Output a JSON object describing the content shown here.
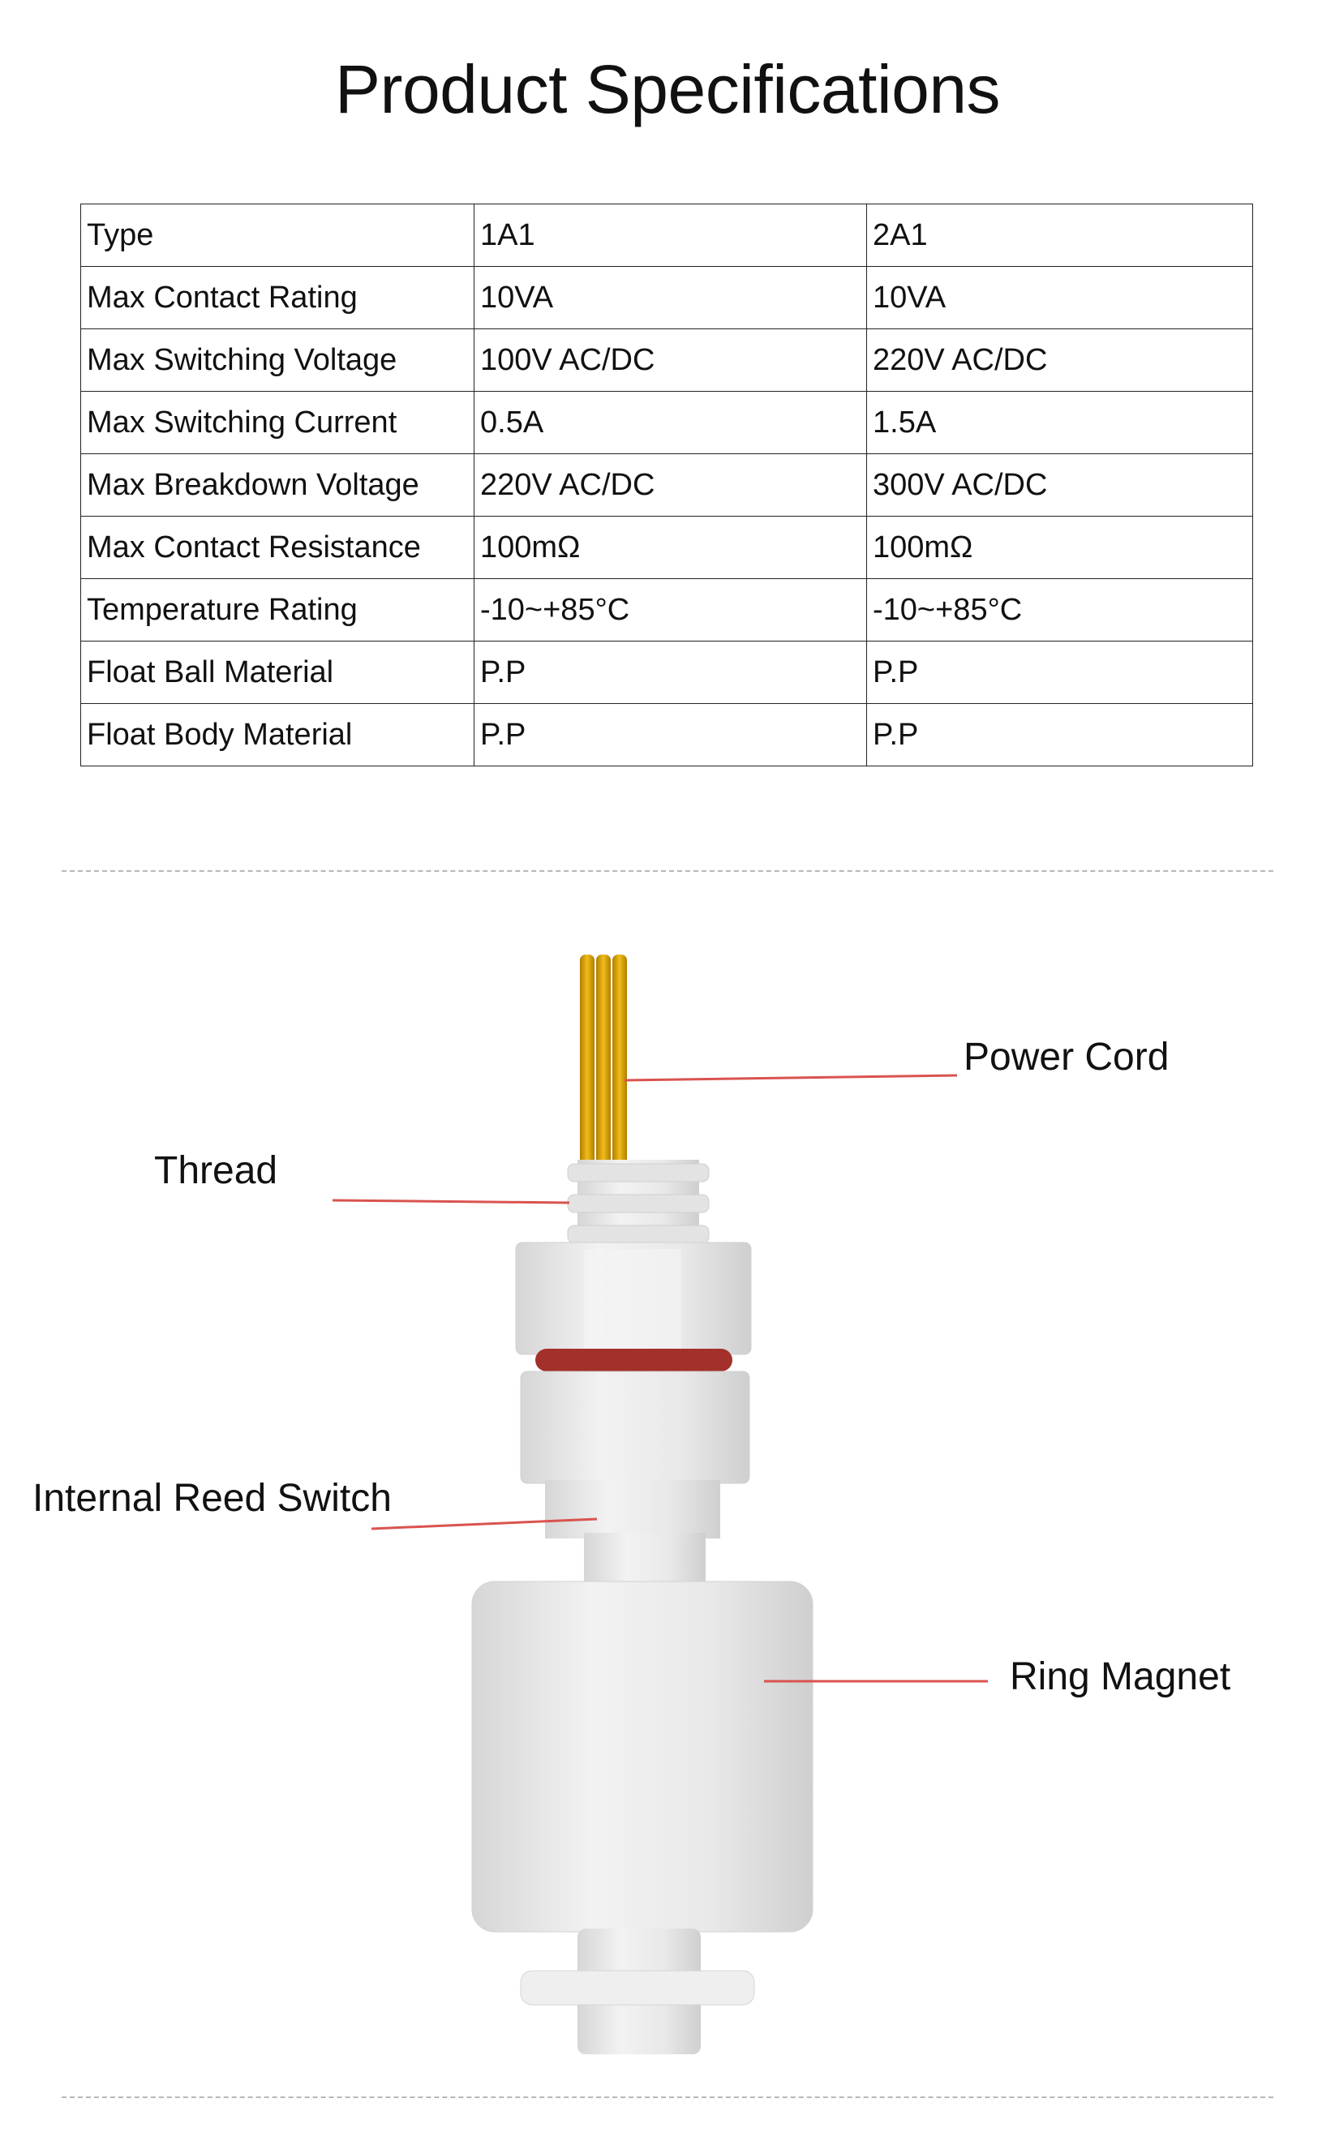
{
  "title": "Product Specifications",
  "spec_table": {
    "rows": [
      [
        "Type",
        "1A1",
        "2A1"
      ],
      [
        "Max Contact Rating",
        "10VA",
        "10VA"
      ],
      [
        "Max Switching Voltage",
        "100V AC/DC",
        "220V AC/DC"
      ],
      [
        "Max Switching Current",
        "0.5A",
        "1.5A"
      ],
      [
        "Max Breakdown Voltage",
        "220V AC/DC",
        "300V AC/DC"
      ],
      [
        "Max Contact Resistance",
        "100mΩ",
        "100mΩ"
      ],
      [
        "Temperature Rating",
        "-10~+85°C",
        "-10~+85°C"
      ],
      [
        "Float Ball Material",
        "P.P",
        "P.P"
      ],
      [
        "Float Body Material",
        "P.P",
        "P.P"
      ]
    ]
  },
  "diagram": {
    "labels": {
      "power_cord": "Power Cord",
      "thread": "Thread",
      "internal_reed_switch": "Internal Reed Switch",
      "ring_magnet": "Ring Magnet"
    },
    "colors": {
      "leader_line": "#d9534f",
      "cable": "#d9a200",
      "o_ring": "#a3302a",
      "plastic_body": "#ececec"
    }
  }
}
